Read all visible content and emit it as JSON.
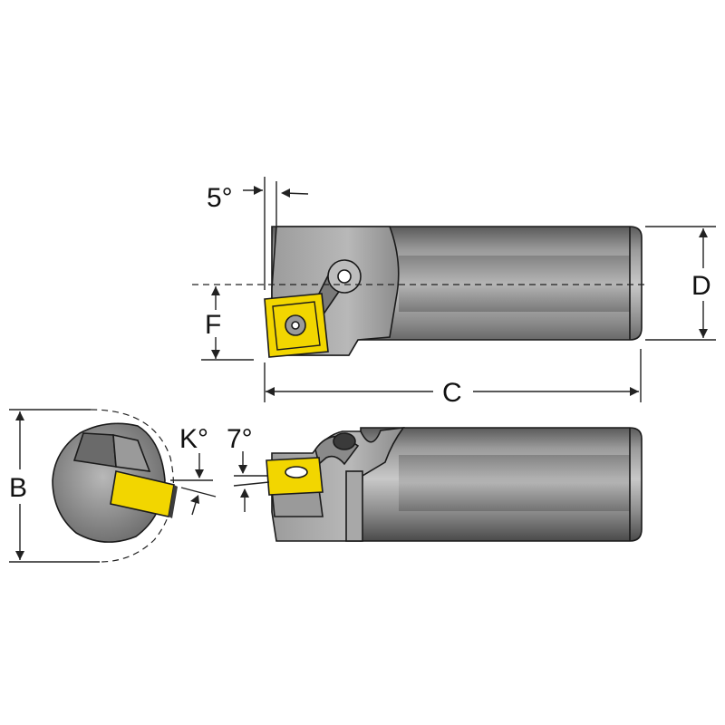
{
  "diagram": {
    "labels": {
      "angle_top": "5°",
      "dim_d": "D",
      "dim_f": "F",
      "dim_c": "C",
      "dim_b": "B",
      "angle_k": "K°",
      "angle_side": "7°"
    },
    "colors": {
      "insert": "#f2d600",
      "body_dark": "#4a4a4a",
      "body_mid": "#8a8a8a",
      "body_light": "#bdbdbd",
      "line": "#1a1a1a"
    }
  }
}
